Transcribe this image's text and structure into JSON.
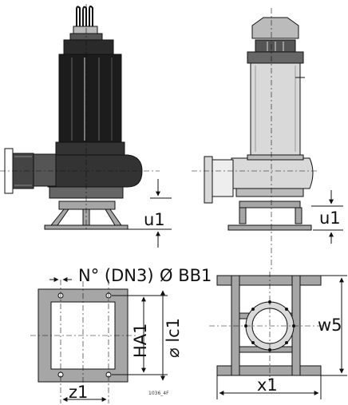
{
  "labels": {
    "u1_left": "u1",
    "u1_right": "u1",
    "nozzles": "N° (DN3)",
    "bolt_circle": "Ø BB1",
    "ha1": "HA1",
    "lc1": "⌀ lc1",
    "z1": "z1",
    "x1": "x1",
    "w5": "w5",
    "drawing_code": "1036_4F"
  },
  "colors": {
    "line": "#111111",
    "body_dark": "#1c1c1c",
    "body_mid": "#444444",
    "gray_fill": "#a6a6a6",
    "light_fill": "#d9d9d9",
    "background": "#ffffff"
  }
}
